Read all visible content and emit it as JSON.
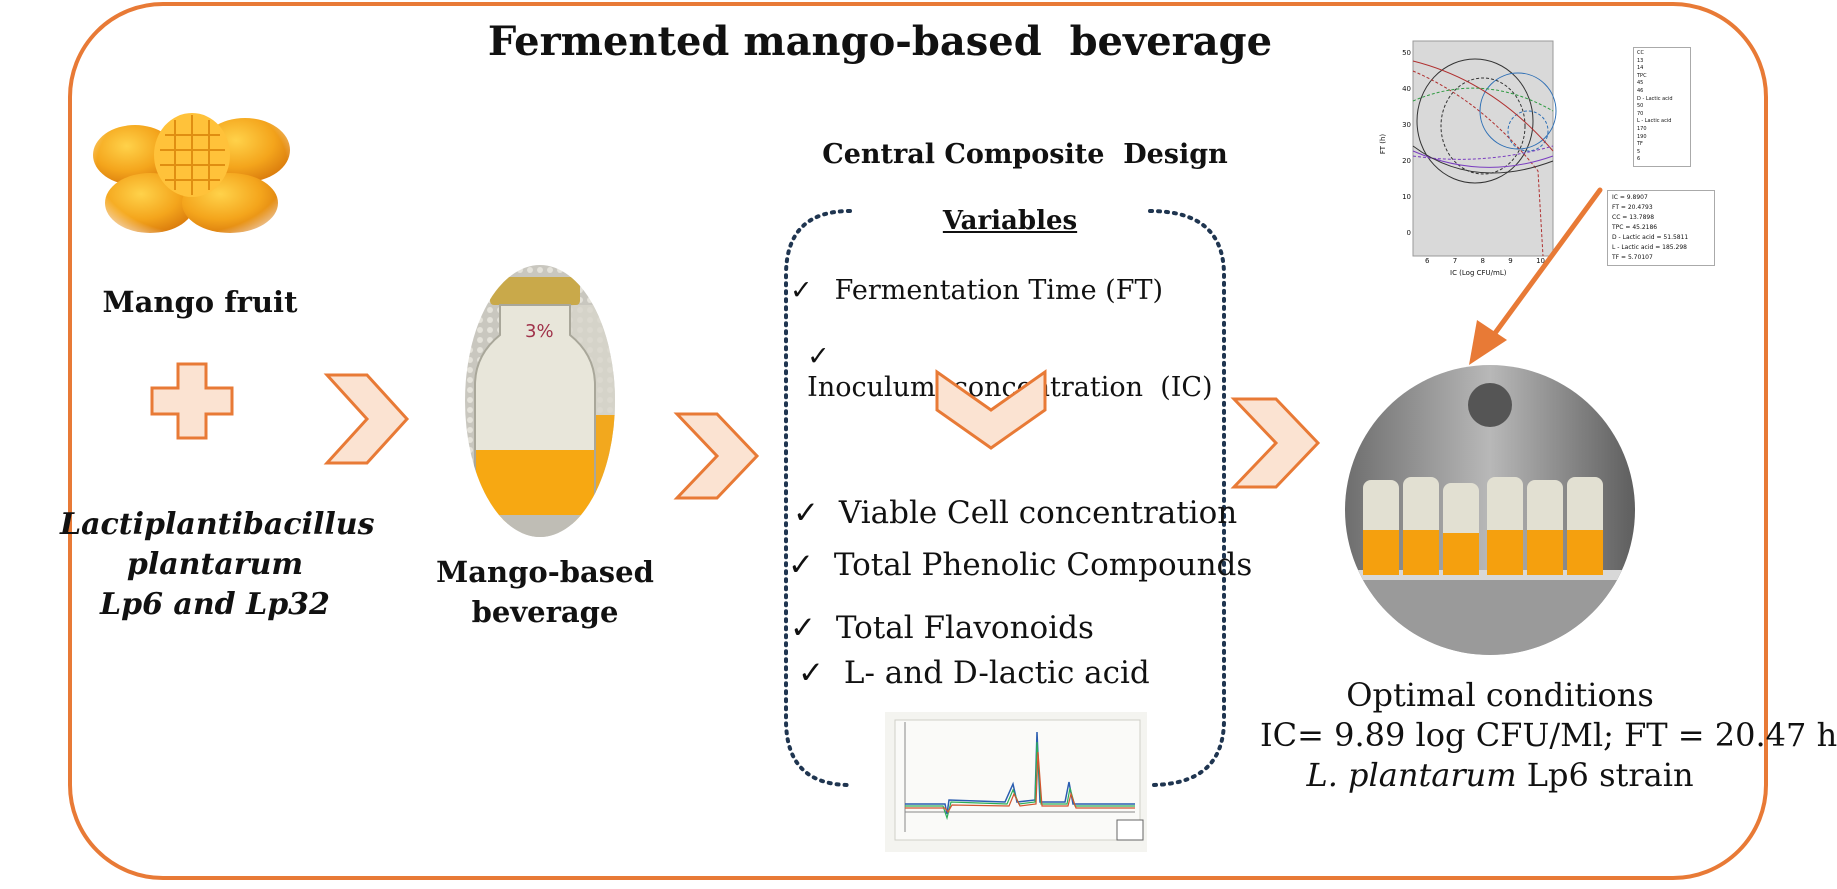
{
  "title": "Fermented mango-based  beverage",
  "mango_label": "Mango fruit",
  "strain_label": {
    "line1": "Lactiplantibacillus",
    "line2": "plantarum",
    "line3": "Lp6 and Lp32"
  },
  "beverage_label": {
    "line1": "Mango-based",
    "line2": "beverage"
  },
  "ccd": {
    "title": "Central Composite  Design",
    "variables_title": "Variables",
    "variables": [
      "Fermentation Time (FT)",
      "Inoculum  concentration  (IC)"
    ],
    "responses": [
      "Viable Cell concentration",
      "Total Phenolic Compounds",
      "Total Flavonoids",
      "L- and D-lactic acid"
    ]
  },
  "optimal": {
    "line1": "Optimal conditions",
    "line2": "IC= 9.89 log CFU/Ml; FT = 20.47 h",
    "line3_italic": "L. plantarum",
    "line3_rest": " Lp6 strain"
  },
  "overlay_plot": {
    "y_ticks": [
      "50",
      "40",
      "30",
      "20",
      "10",
      "0"
    ],
    "x_ticks": [
      "6",
      "7",
      "8",
      "9",
      "10"
    ],
    "xlabel": "IC (Log CFU/mL)",
    "ylabel": "FT (h)",
    "legend": [
      "CC",
      "13",
      "14",
      "TPC",
      "45",
      "46",
      "D - Lactic acid",
      "50",
      "70",
      "L - Lactic acid",
      "170",
      "190",
      "TF",
      "5",
      "6"
    ],
    "tooltip": [
      "IC = 9.8907",
      "FT = 20.4793",
      "CC = 13.7898",
      "TPC = 45.2186",
      "D - Lactic acid = 51.5811",
      "L - Lactic acid = 185.298",
      "TF = 5.70107"
    ]
  },
  "colors": {
    "accent": "#E87A36",
    "arrow_fill": "#FBE3D2",
    "dotted": "#1F3550"
  }
}
